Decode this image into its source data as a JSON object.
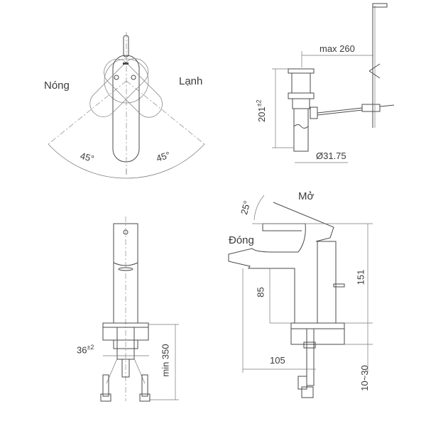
{
  "top_view": {
    "label_hot": "Nóng",
    "label_cold": "Lạnh",
    "angle_left": "45°",
    "angle_right": "45°"
  },
  "drain_view": {
    "max_length": "max 260",
    "height": "201",
    "height_tolerance": "±2",
    "diameter": "Ø31.75"
  },
  "front_view": {
    "hole_diameter": "36",
    "hole_tolerance": "±2",
    "hose_length": "min 350"
  },
  "side_view": {
    "label_open": "Mở",
    "label_closed": "Đóng",
    "lever_angle": "25°",
    "spout_height": "85",
    "total_height": "151",
    "spout_reach": "105",
    "counter_thickness": "10~30"
  },
  "colors": {
    "line": "#4a4a4a",
    "text": "#3a3a3a",
    "background": "#ffffff"
  }
}
